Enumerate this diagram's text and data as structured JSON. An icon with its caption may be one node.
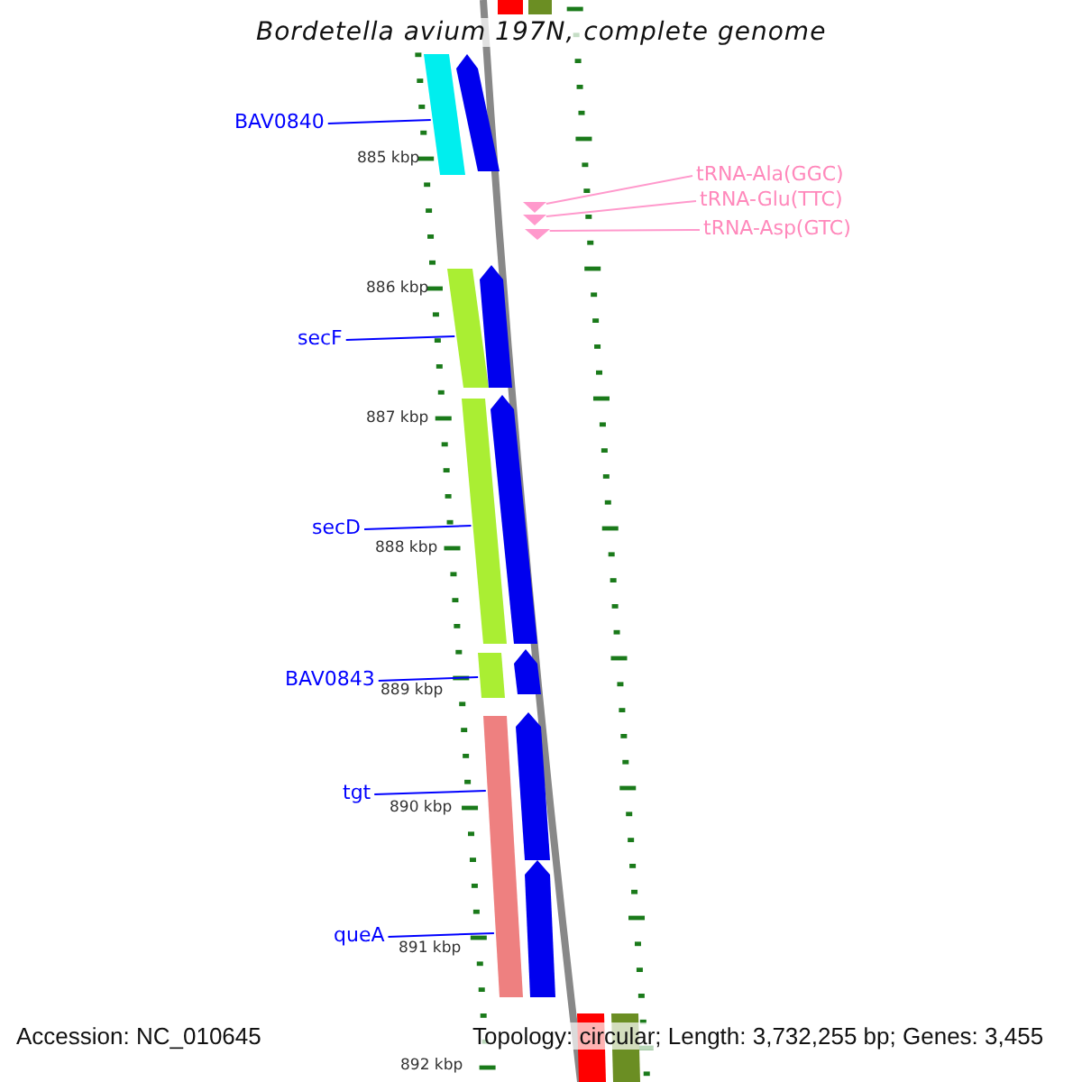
{
  "diagram": {
    "title": "Bordetella avium 197N, complete genome",
    "nodes": [
      {
        "text": [
          "BAV0840"
        ]
      },
      {
        "text": [],
        "shape": "bar"
      },
      {
        "text": [
          "tRNA-Ala(GGC)"
        ]
      },
      {
        "text": [
          "tRNA-Glu(TTC)"
        ]
      },
      {
        "text": [
          "tRNA-Asp(GTC)"
        ]
      },
      {
        "text": [],
        "shape": "triangle"
      },
      {
        "text": [],
        "shape": "triangle"
      },
      {
        "text": [],
        "shape": "triangle"
      },
      {
        "text": [
          "secF"
        ]
      },
      {
        "text": [],
        "shape": "bar"
      },
      {
        "text": [
          "secD"
        ]
      },
      {
        "text": [],
        "shape": "bar"
      },
      {
        "text": [
          "BAV0843"
        ]
      },
      {
        "text": [],
        "shape": "bar"
      },
      {
        "text": [
          "tgt"
        ]
      },
      {
        "text": [],
        "shape": "bar"
      },
      {
        "text": [
          "queA"
        ]
      },
      {
        "text": [],
        "shape": "arrow"
      },
      {
        "text": [],
        "shape": "arrow"
      },
      {
        "text": [],
        "shape": "arrow"
      },
      {
        "text": [],
        "shape": "arrow"
      },
      {
        "text": [],
        "shape": "arrow"
      },
      {
        "text": [],
        "shape": "arrow"
      }
    ],
    "edges": [
      {
        "from": 0,
        "to": 1,
        "arrow": "none"
      },
      {
        "from": 2,
        "to": 5,
        "arrow": "none",
        "color": "#ff99cc"
      },
      {
        "from": 3,
        "to": 6,
        "arrow": "none",
        "color": "#ff99cc"
      },
      {
        "from": 4,
        "to": 7,
        "arrow": "none",
        "color": "#ff99cc"
      },
      {
        "from": 8,
        "to": 9,
        "arrow": "none"
      },
      {
        "from": 10,
        "to": 11,
        "arrow": "none"
      },
      {
        "from": 12,
        "to": 13,
        "arrow": "none"
      },
      {
        "from": 14,
        "to": 15,
        "arrow": "none"
      },
      {
        "from": 16,
        "to": 15,
        "arrow": "none"
      }
    ],
    "labels": [
      "885 kbp",
      "886 kbp",
      "887 kbp",
      "888 kbp",
      "889 kbp",
      "890 kbp",
      "891 kbp",
      "892 kbp",
      "Accession: NC_010645",
      "Topology: circular; Length: 3,732,255 bp; Genes: 3,455"
    ]
  }
}
